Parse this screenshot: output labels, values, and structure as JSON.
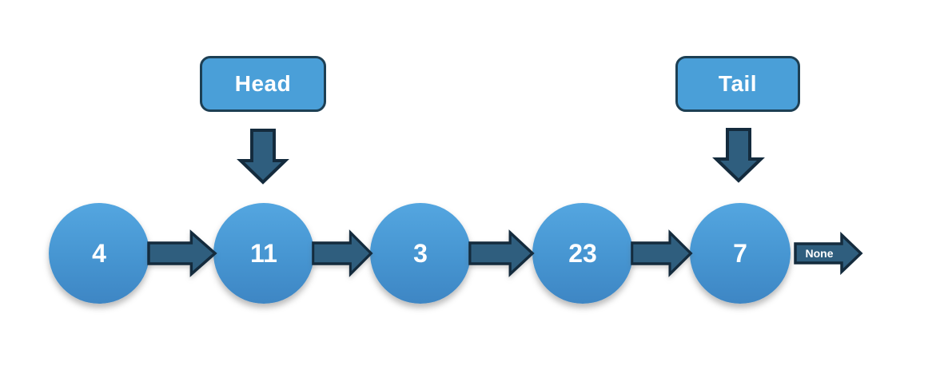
{
  "diagram": {
    "kind": "singly-linked-list",
    "background": "#ffffff",
    "pointers": [
      {
        "label": "Head",
        "points_to_node_value": "11"
      },
      {
        "label": "Tail",
        "points_to_node_value": "7"
      }
    ],
    "nodes": [
      {
        "value": "4"
      },
      {
        "value": "11"
      },
      {
        "value": "3"
      },
      {
        "value": "23"
      },
      {
        "value": "7"
      }
    ],
    "terminator_label": "None",
    "colors": {
      "background": "#ffffff",
      "node_fill_top": "#54a6e0",
      "node_fill_bottom": "#3e86c4",
      "pointer_box_fill": "#4a9fd8",
      "pointer_box_border": "#1d3f53",
      "arrow_fill": "#2f5e7e",
      "arrow_outline": "#142b3d",
      "node_text": "#ffffff"
    }
  }
}
